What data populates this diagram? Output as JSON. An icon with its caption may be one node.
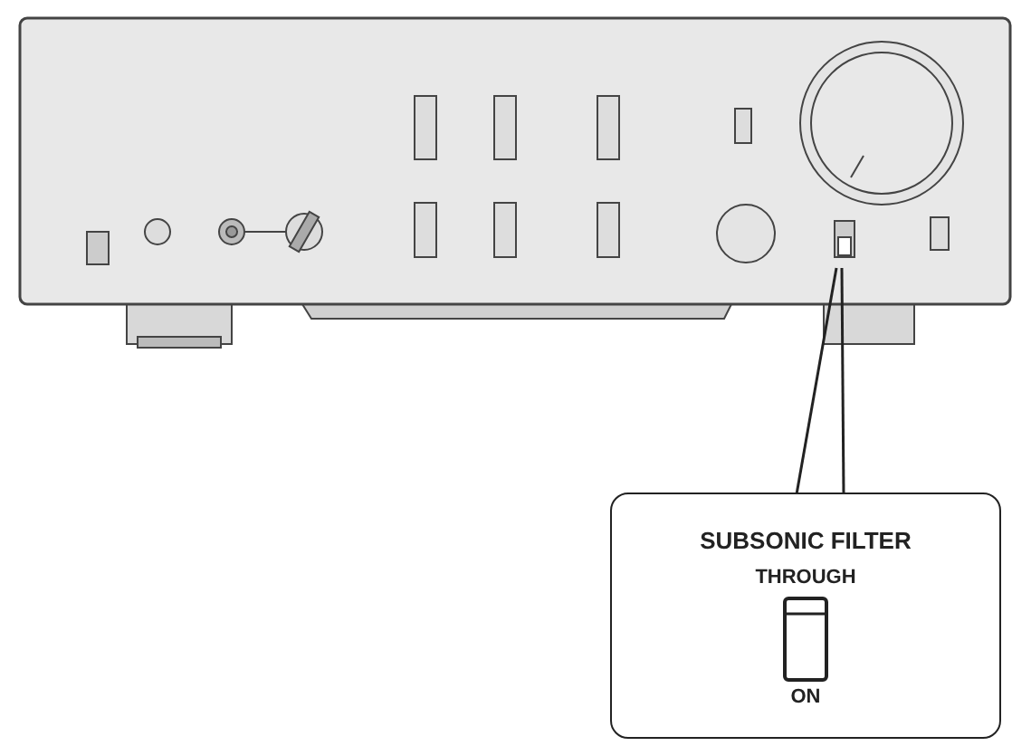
{
  "diagram": {
    "nodes": [
      {
        "text": [
          "SUBSONIC FILTER",
          "THROUGH",
          "ON"
        ]
      }
    ]
  }
}
